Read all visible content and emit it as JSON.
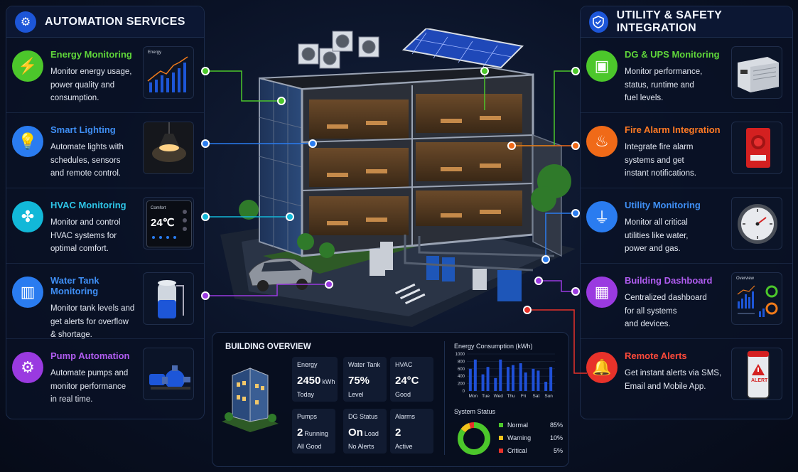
{
  "left": {
    "title": "AUTOMATION SERVICES",
    "items": [
      {
        "title": "Energy Monitoring",
        "desc": [
          "Monitor energy usage,",
          "power quality and",
          "consumption."
        ],
        "color": "#4cc72b",
        "icon": "lightning-icon",
        "thumb": "Energy"
      },
      {
        "title": "Smart Lighting",
        "desc": [
          "Automate lights with",
          "schedules, sensors",
          "and remote control."
        ],
        "color": "#2a7cf0",
        "icon": "bulb-icon"
      },
      {
        "title": "HVAC Monitoring",
        "desc": [
          "Monitor and control",
          "HVAC systems for",
          "optimal comfort."
        ],
        "color": "#12b8d8",
        "icon": "fan-icon",
        "thumb_label": "Comfort",
        "thumb_value": "24℃"
      },
      {
        "title": "Water Tank Monitoring",
        "desc": [
          "Monitor tank levels and",
          "get alerts for overflow",
          "& shortage."
        ],
        "color": "#2a7cf0",
        "icon": "water-tank-icon"
      },
      {
        "title": "Pump Automation",
        "desc": [
          "Automate pumps and",
          "monitor performance",
          "in real time."
        ],
        "color": "#9a3ae0",
        "icon": "pump-icon"
      }
    ]
  },
  "right": {
    "title": "UTILITY & SAFETY INTEGRATION",
    "items": [
      {
        "title": "DG & UPS Monitoring",
        "desc": [
          "Monitor performance,",
          "status, runtime and",
          "fuel levels."
        ],
        "color": "#4cc72b",
        "icon": "generator-icon"
      },
      {
        "title": "Fire Alarm Integration",
        "desc": [
          "Integrate fire alarm",
          "systems and get",
          "instant notifications."
        ],
        "color": "#f06a18",
        "icon": "flame-icon"
      },
      {
        "title": "Utility Monitoring",
        "desc": [
          "Monitor all critical",
          "utilities like water,",
          "power and gas."
        ],
        "color": "#2a7cf0",
        "icon": "plug-icon"
      },
      {
        "title": "Building Dashboard",
        "desc": [
          "Centralized dashboard",
          "for all systems",
          "and devices."
        ],
        "color": "#9a3ae0",
        "icon": "dashboard-icon",
        "thumb": "Overview"
      },
      {
        "title": "Remote Alerts",
        "desc": [
          "Get instant alerts via SMS,",
          "Email and Mobile App."
        ],
        "color": "#e8322a",
        "icon": "bell-icon",
        "thumb": "ALERT"
      }
    ]
  },
  "overview": {
    "title": "BUILDING OVERVIEW",
    "cards": [
      {
        "label": "Energy",
        "value": "2450",
        "unit": "kWh",
        "status": "Today"
      },
      {
        "label": "Water Tank",
        "value": "75%",
        "unit": "",
        "status": "Level"
      },
      {
        "label": "HVAC",
        "value": "24°C",
        "unit": "",
        "status": "Good"
      },
      {
        "label": "Pumps",
        "value": "2",
        "unit": "Running",
        "status": "All Good"
      },
      {
        "label": "DG Status",
        "value": "On",
        "unit": "Load",
        "status": "No Alerts"
      },
      {
        "label": "Alarms",
        "value": "2",
        "unit": "",
        "status": "Active"
      }
    ],
    "energy_chart": {
      "title": "Energy Consumption (kWh)",
      "ticks": [
        "1000",
        "800",
        "600",
        "400",
        "200",
        "0"
      ],
      "days": [
        "Mon",
        "Tue",
        "Wed",
        "Thu",
        "Fri",
        "Sat",
        "Sun"
      ],
      "values": [
        [
          600,
          850
        ],
        [
          450,
          650
        ],
        [
          350,
          850
        ],
        [
          650,
          700
        ],
        [
          750,
          500
        ],
        [
          600,
          550
        ],
        [
          250,
          650
        ]
      ],
      "ymax": 1000,
      "color": "#1f50d8"
    },
    "system_status": {
      "title": "System Status",
      "items": [
        {
          "label": "Normal",
          "value": "85%",
          "pct": 85,
          "color": "#4cc72b"
        },
        {
          "label": "Warning",
          "value": "10%",
          "pct": 10,
          "color": "#f2c21b"
        },
        {
          "label": "Critical",
          "value": "5%",
          "pct": 5,
          "color": "#e8322a"
        }
      ]
    }
  }
}
